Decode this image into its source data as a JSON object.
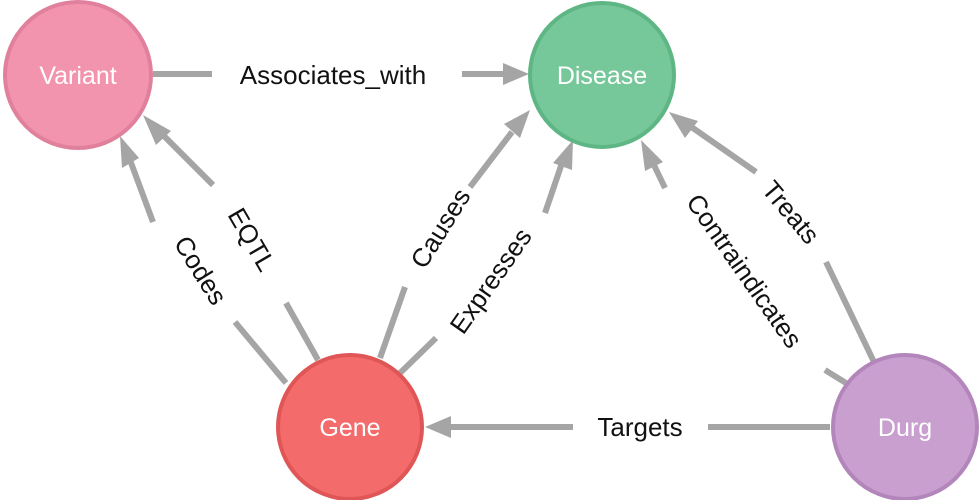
{
  "nodes": [
    {
      "id": "variant",
      "label": "Variant",
      "fill": "#f394ae",
      "stroke": "#e0809d"
    },
    {
      "id": "disease",
      "label": "Disease",
      "fill": "#76c79a",
      "stroke": "#5db683"
    },
    {
      "id": "gene",
      "label": "Gene",
      "fill": "#f36b6b",
      "stroke": "#e05555"
    },
    {
      "id": "drug",
      "label": "Durg",
      "fill": "#c89fcf",
      "stroke": "#b386bb"
    }
  ],
  "edges": [
    {
      "id": "associates-with",
      "from": "variant",
      "to": "disease",
      "label": "Associates_with"
    },
    {
      "id": "eqtl",
      "from": "gene",
      "to": "variant",
      "label": "EQTL"
    },
    {
      "id": "codes",
      "from": "gene",
      "to": "variant",
      "label": "Codes"
    },
    {
      "id": "causes",
      "from": "gene",
      "to": "disease",
      "label": "Causes"
    },
    {
      "id": "expresses",
      "from": "gene",
      "to": "disease",
      "label": "Expresses"
    },
    {
      "id": "contraindicates",
      "from": "drug",
      "to": "disease",
      "label": "Contraindicates"
    },
    {
      "id": "treats",
      "from": "drug",
      "to": "disease",
      "label": "Treats"
    },
    {
      "id": "targets",
      "from": "drug",
      "to": "gene",
      "label": "Targets"
    }
  ],
  "colors": {
    "edge": "#a5a5a5",
    "edge_label": "#111111",
    "node_label": "#ffffff"
  }
}
